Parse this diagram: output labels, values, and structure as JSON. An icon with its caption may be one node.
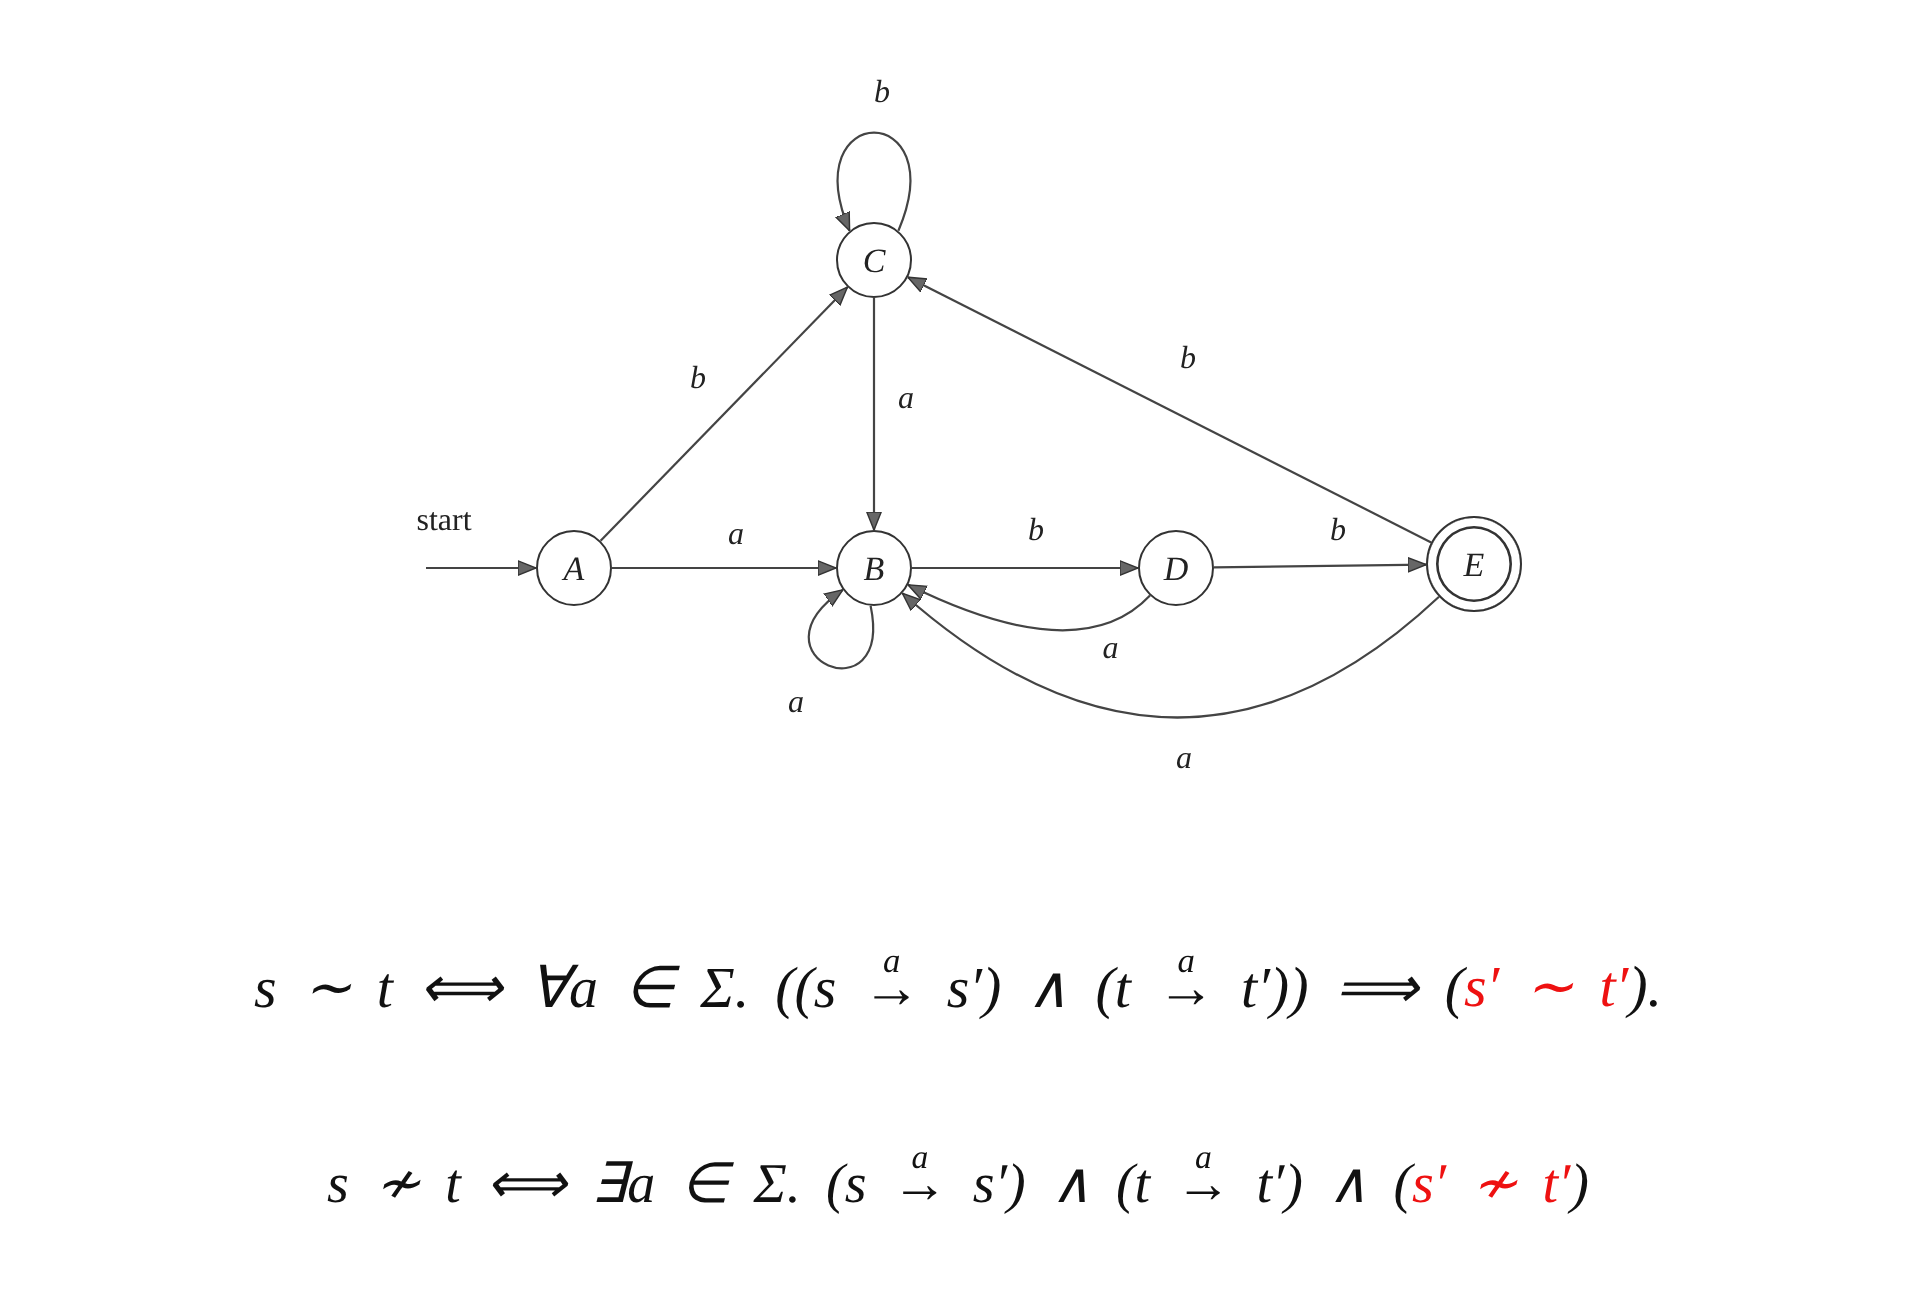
{
  "diagram": {
    "nodes": [
      {
        "text": [
          "A"
        ]
      },
      {
        "text": [
          "B"
        ]
      },
      {
        "text": [
          "C"
        ]
      },
      {
        "text": [
          "D"
        ]
      },
      {
        "text": [
          "E"
        ]
      }
    ],
    "edges": [
      {
        "from": null,
        "to": 0,
        "arrow": "to",
        "label": "start"
      },
      {
        "from": 0,
        "to": 2,
        "arrow": "to",
        "label": "b"
      },
      {
        "from": 0,
        "to": 1,
        "arrow": "to",
        "label": "a"
      },
      {
        "from": 2,
        "to": 2,
        "arrow": "to",
        "label": "b"
      },
      {
        "from": 2,
        "to": 1,
        "arrow": "to",
        "label": "a"
      },
      {
        "from": 1,
        "to": 1,
        "arrow": "to",
        "label": "a"
      },
      {
        "from": 1,
        "to": 3,
        "arrow": "to",
        "label": "b"
      },
      {
        "from": 3,
        "to": 4,
        "arrow": "to",
        "label": "b"
      },
      {
        "from": 3,
        "to": 1,
        "arrow": "to",
        "label": "a"
      },
      {
        "from": 4,
        "to": 1,
        "arrow": "to",
        "label": "a"
      },
      {
        "from": 4,
        "to": 2,
        "arrow": "to",
        "label": "b"
      }
    ],
    "labels": [
      "s ∼ t ⟺ ∀a ∈ Σ. ((s →$^{a}$ s′) ∧ (t →$^{a}$ t′)) ⟹ (",
      "s′ ∼ t′",
      ").",
      "s ≁ t ⟺ ∃a ∈ Σ. (s →$^{a}$ s′) ∧ (t →$^{a}$ t′) ∧ (",
      "s′ ≁ t′",
      ")"
    ]
  }
}
